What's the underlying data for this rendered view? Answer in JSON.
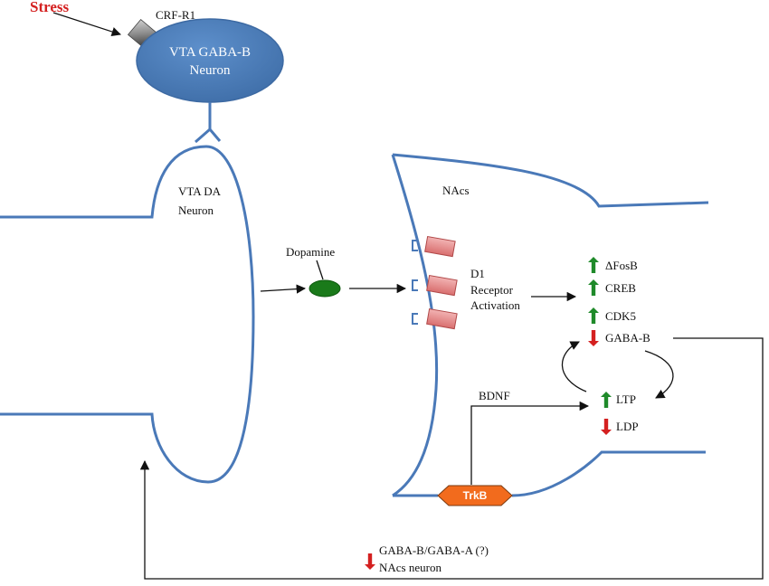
{
  "labels": {
    "stress": "Stress",
    "crf_r1": "CRF-R1",
    "vta_gaba_line1": "VTA GABA-B",
    "vta_gaba_line2": "Neuron",
    "vta_da_line1": "VTA DA",
    "vta_da_line2": "Neuron",
    "dopamine": "Dopamine",
    "nacs": "NAcs",
    "d1_line1": "D1",
    "d1_line2": "Receptor",
    "d1_line3": "Activation",
    "dfosb": "ΔFosB",
    "creb": "CREB",
    "cdk5": "CDK5",
    "gaba_b": "GABA-B",
    "ltp": "LTP",
    "ldp": "LDP",
    "bdnf": "BDNF",
    "trkb": "TrkB",
    "bottom_line1": "GABA-B/GABA-A (?)",
    "bottom_line2": "NAcs neuron"
  },
  "colors": {
    "membrane": "#4a79b8",
    "vta_gaba_fill": "#4f80bd",
    "up_arrow": "#1f8a2a",
    "down_arrow": "#d42020",
    "stress": "#d42020",
    "dopamine": "#1a7a1a",
    "receptor": "#e58a8a",
    "trkb": "#f26b1d",
    "crf_receptor": "#8c8c8c"
  },
  "regulation": {
    "dfosb": "up",
    "creb": "up",
    "cdk5": "up",
    "gaba_b": "down",
    "ltp": "up",
    "ldp": "down",
    "bottom": "down"
  }
}
